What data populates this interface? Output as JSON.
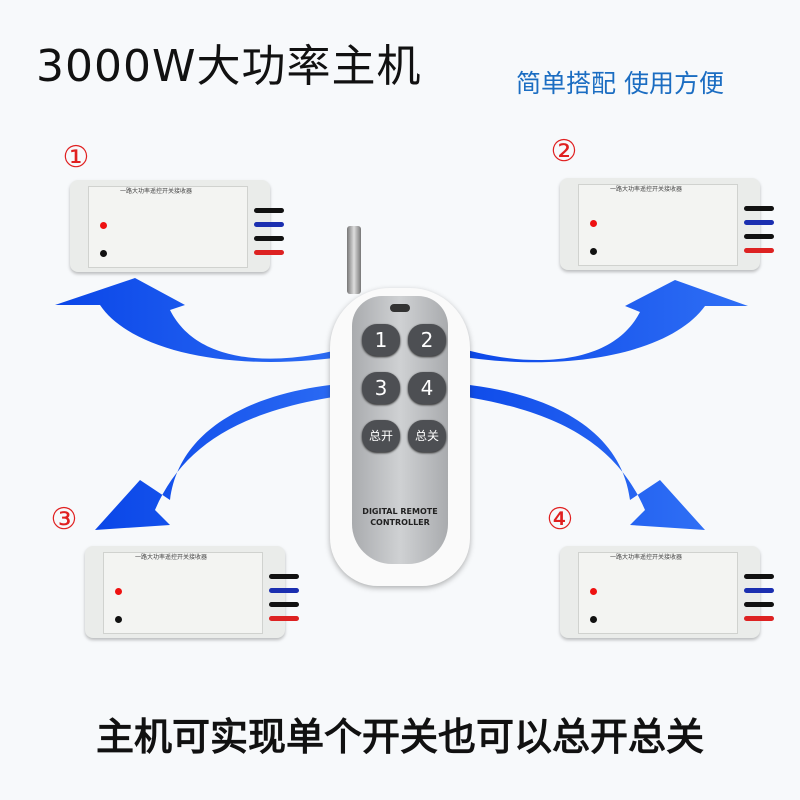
{
  "header": {
    "title": "3000W大功率主机",
    "subtitle": "简单搭配  使用方便"
  },
  "receivers": [
    {
      "number": "①",
      "label": "一路大功率遥控开关接收器"
    },
    {
      "number": "②",
      "label": "一路大功率遥控开关接收器"
    },
    {
      "number": "③",
      "label": "一路大功率遥控开关接收器"
    },
    {
      "number": "④",
      "label": "一路大功率遥控开关接收器"
    }
  ],
  "remote": {
    "buttons": [
      "1",
      "2",
      "3",
      "4",
      "总开",
      "总关"
    ],
    "brand_line1": "DIGITAL REMOTE",
    "brand_line2": "CONTROLLER"
  },
  "footer": {
    "text": "主机可实现单个开关也可以总开总关"
  },
  "colors": {
    "arrow": "#1a4fe6",
    "number": "#e02020",
    "subtitle": "#1b6dc2"
  }
}
